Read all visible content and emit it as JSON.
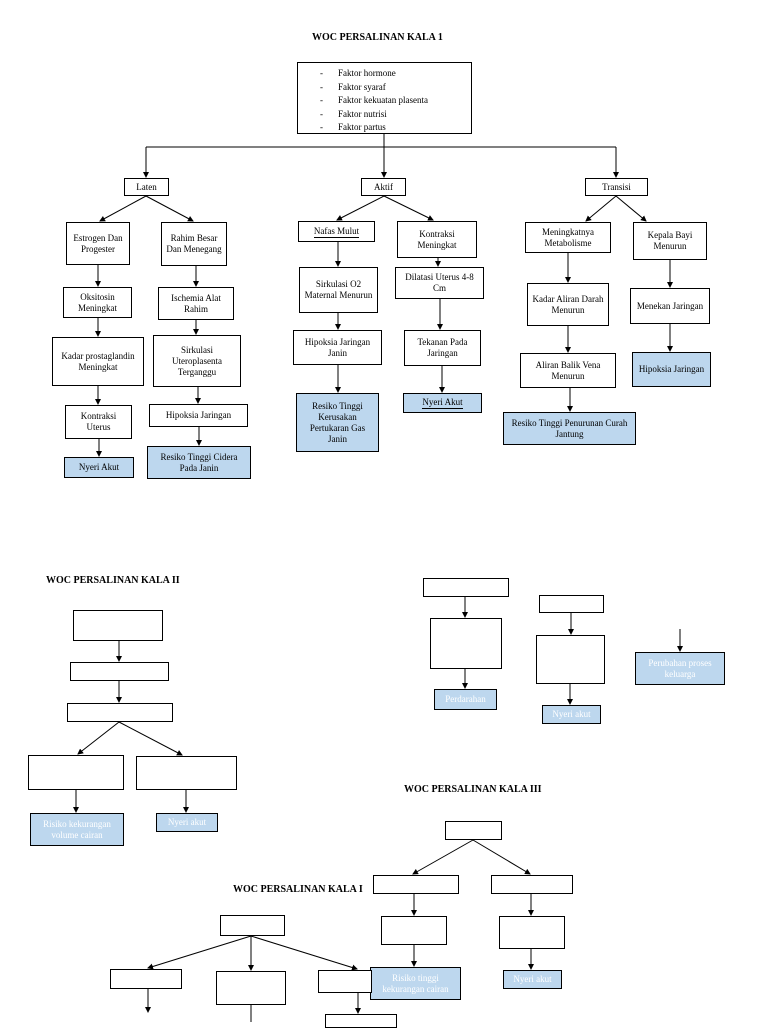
{
  "kala1": {
    "title": "WOC PERSALINAN KALA 1",
    "factors": [
      "Faktor hormone",
      "Faktor syaraf",
      "Faktor kekuatan plasenta",
      "Faktor nutrisi",
      "Faktor partus"
    ],
    "laten": {
      "label": "Laten",
      "estrogen": "Estrogen Dan Progester",
      "rahim": "Rahim Besar Dan Menegang",
      "oksitosin": "Oksitosin Meningkat",
      "ischemia": "Ischemia Alat Rahim",
      "prostaglandin": "Kadar prostaglandin Meningkat",
      "sirkulasi": "Sirkulasi Uteroplasenta Terganggu",
      "kontraksi": "Kontraksi Uterus",
      "hipoksia": "Hipoksia Jaringan",
      "nyeri": "Nyeri Akut",
      "resiko": "Resiko Tinggi Cidera Pada Janin"
    },
    "aktif": {
      "label": "Aktif",
      "nafas": "Nafas Mulut",
      "kontraksi": "Kontraksi Meningkat",
      "sirkulasi": "Sirkulasi O2 Maternal Menurun",
      "dilatasi": "Dilatasi Uterus 4-8 Cm",
      "hipoksia": "Hipoksia Jaringan Janin",
      "tekanan": "Tekanan Pada Jaringan",
      "resiko": "Resiko Tinggi Kerusakan Pertukaran Gas Janin",
      "nyeri": "Nyeri Akut"
    },
    "transisi": {
      "label": "Transisi",
      "metabolisme": "Meningkatnya Metabolisme",
      "kepala": "Kepala Bayi Menurun",
      "kadar": "Kadar Aliran Darah Menurun",
      "menekan": "Menekan Jaringan",
      "aliran": "Aliran Balik Vena Menurun",
      "hipoksia": "Hipoksia Jaringan",
      "resiko": "Resiko Tinggi Penurunan Curah Jantung"
    }
  },
  "kala2": {
    "title": "WOC PERSALINAN KALA II",
    "risiko_volume": "Risiko kekurangan volume cairan",
    "nyeri_left": "Nyeri akut",
    "perdarahan": "Perdarahan",
    "nyeri_right": "Nyeri akut",
    "perubahan": "Perubahan proses keluarga"
  },
  "kala3": {
    "title": "WOC PERSALINAN KALA III",
    "risiko": "Risiko tinggi kekurangan cairan",
    "nyeri": "Nyeri akut"
  },
  "kala4": {
    "title": "WOC PERSALINAN KALA I"
  },
  "colors": {
    "box_fill": "#bdd7ee",
    "line": "#000000"
  }
}
